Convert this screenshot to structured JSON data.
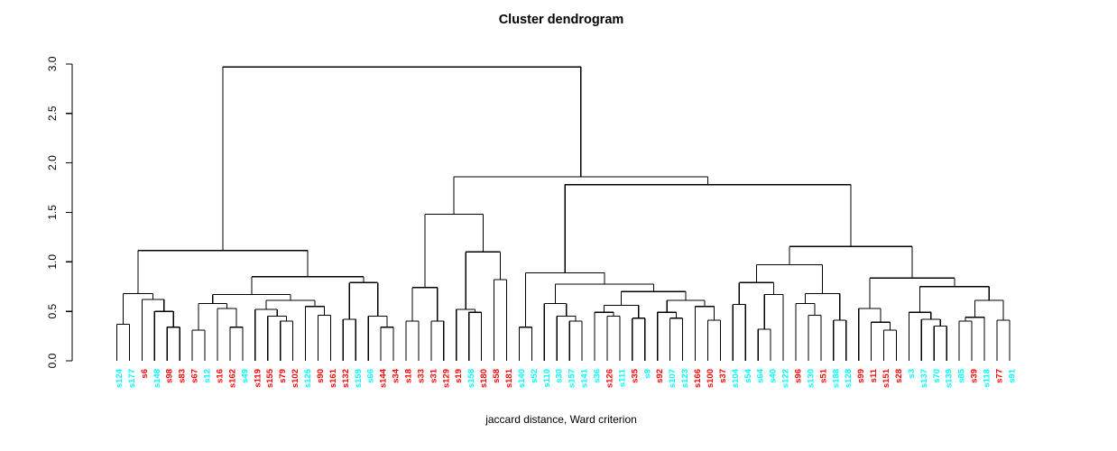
{
  "title": "Cluster dendrogram",
  "subtitle": "jaccard distance, Ward criterion",
  "chart_data": {
    "type": "dendrogram",
    "title": "Cluster dendrogram",
    "xlabel": "jaccard distance, Ward criterion",
    "ylabel": "",
    "ylim": [
      0.0,
      3.0
    ],
    "y_ticks": [
      "0.0",
      "0.5",
      "1.0",
      "1.5",
      "2.0",
      "2.5",
      "3.0"
    ],
    "grid": false,
    "legend": "none",
    "colors": {
      "cluster_red": "#FF0000",
      "cluster_cyan": "#00FFFF",
      "line": "#000000"
    },
    "root_height": 2.97,
    "leaves": [
      {
        "label": "s124",
        "color": "#00FFFF"
      },
      {
        "label": "s177",
        "color": "#00FFFF"
      },
      {
        "label": "s6",
        "color": "#FF0000"
      },
      {
        "label": "s148",
        "color": "#00FFFF"
      },
      {
        "label": "s98",
        "color": "#FF0000"
      },
      {
        "label": "s83",
        "color": "#FF0000"
      },
      {
        "label": "s67",
        "color": "#FF0000"
      },
      {
        "label": "s12",
        "color": "#00FFFF"
      },
      {
        "label": "s16",
        "color": "#FF0000"
      },
      {
        "label": "s162",
        "color": "#FF0000"
      },
      {
        "label": "s49",
        "color": "#00FFFF"
      },
      {
        "label": "s119",
        "color": "#FF0000"
      },
      {
        "label": "s155",
        "color": "#FF0000"
      },
      {
        "label": "s79",
        "color": "#FF0000"
      },
      {
        "label": "s102",
        "color": "#FF0000"
      },
      {
        "label": "s125",
        "color": "#00FFFF"
      },
      {
        "label": "s90",
        "color": "#FF0000"
      },
      {
        "label": "s161",
        "color": "#FF0000"
      },
      {
        "label": "s132",
        "color": "#FF0000"
      },
      {
        "label": "s159",
        "color": "#00FFFF"
      },
      {
        "label": "s66",
        "color": "#00FFFF"
      },
      {
        "label": "s144",
        "color": "#FF0000"
      },
      {
        "label": "s34",
        "color": "#FF0000"
      },
      {
        "label": "s18",
        "color": "#FF0000"
      },
      {
        "label": "s33",
        "color": "#FF0000"
      },
      {
        "label": "s31",
        "color": "#FF0000"
      },
      {
        "label": "s129",
        "color": "#FF0000"
      },
      {
        "label": "s19",
        "color": "#FF0000"
      },
      {
        "label": "s158",
        "color": "#00FFFF"
      },
      {
        "label": "s180",
        "color": "#FF0000"
      },
      {
        "label": "s58",
        "color": "#FF0000"
      },
      {
        "label": "s181",
        "color": "#FF0000"
      },
      {
        "label": "s140",
        "color": "#00FFFF"
      },
      {
        "label": "s52",
        "color": "#00FFFF"
      },
      {
        "label": "s110",
        "color": "#00FFFF"
      },
      {
        "label": "s30",
        "color": "#00FFFF"
      },
      {
        "label": "s157",
        "color": "#00FFFF"
      },
      {
        "label": "s141",
        "color": "#00FFFF"
      },
      {
        "label": "s36",
        "color": "#00FFFF"
      },
      {
        "label": "s126",
        "color": "#FF0000"
      },
      {
        "label": "s111",
        "color": "#00FFFF"
      },
      {
        "label": "s35",
        "color": "#FF0000"
      },
      {
        "label": "s9",
        "color": "#00FFFF"
      },
      {
        "label": "s92",
        "color": "#FF0000"
      },
      {
        "label": "s107",
        "color": "#00FFFF"
      },
      {
        "label": "s123",
        "color": "#00FFFF"
      },
      {
        "label": "s166",
        "color": "#FF0000"
      },
      {
        "label": "s100",
        "color": "#FF0000"
      },
      {
        "label": "s37",
        "color": "#FF0000"
      },
      {
        "label": "s104",
        "color": "#00FFFF"
      },
      {
        "label": "s54",
        "color": "#00FFFF"
      },
      {
        "label": "s64",
        "color": "#00FFFF"
      },
      {
        "label": "s40",
        "color": "#00FFFF"
      },
      {
        "label": "s122",
        "color": "#00FFFF"
      },
      {
        "label": "s96",
        "color": "#FF0000"
      },
      {
        "label": "s130",
        "color": "#00FFFF"
      },
      {
        "label": "s51",
        "color": "#FF0000"
      },
      {
        "label": "s188",
        "color": "#00FFFF"
      },
      {
        "label": "s128",
        "color": "#00FFFF"
      },
      {
        "label": "s99",
        "color": "#FF0000"
      },
      {
        "label": "s11",
        "color": "#FF0000"
      },
      {
        "label": "s151",
        "color": "#FF0000"
      },
      {
        "label": "s28",
        "color": "#FF0000"
      },
      {
        "label": "s3",
        "color": "#00FFFF"
      },
      {
        "label": "s137",
        "color": "#00FFFF"
      },
      {
        "label": "s70",
        "color": "#00FFFF"
      },
      {
        "label": "s139",
        "color": "#00FFFF"
      },
      {
        "label": "s85",
        "color": "#00FFFF"
      },
      {
        "label": "s39",
        "color": "#FF0000"
      },
      {
        "label": "s118",
        "color": "#00FFFF"
      },
      {
        "label": "s77",
        "color": "#FF0000"
      },
      {
        "label": "s91",
        "color": "#00FFFF"
      }
    ],
    "tree": [
      2.97,
      [
        1.115,
        [
          0.68,
          [
            0.37,
            "s124",
            "s177"
          ],
          [
            0.62,
            "s6",
            [
              0.5,
              "s148",
              [
                0.34,
                "s98",
                "s83"
              ]
            ]
          ]
        ],
        [
          0.85,
          [
            0.67,
            [
              0.58,
              [
                0.31,
                "s67",
                "s12"
              ],
              [
                0.53,
                "s16",
                [
                  0.34,
                  "s162",
                  "s49"
                ]
              ]
            ],
            [
              0.61,
              [
                0.52,
                "s119",
                [
                  0.45,
                  "s155",
                  [
                    0.4,
                    "s79",
                    "s102"
                  ]
                ]
              ],
              [
                0.55,
                "s125",
                [
                  0.46,
                  "s90",
                  "s161"
                ]
              ]
            ]
          ],
          [
            0.79,
            [
              0.42,
              "s132",
              "s159"
            ],
            [
              0.45,
              "s66",
              [
                0.34,
                "s144",
                "s34"
              ]
            ]
          ]
        ]
      ],
      [
        1.86,
        [
          1.48,
          [
            0.74,
            [
              0.4,
              "s18",
              "s33"
            ],
            [
              0.4,
              "s31",
              "s129"
            ]
          ],
          [
            1.1,
            [
              0.52,
              "s19",
              [
                0.49,
                "s158",
                "s180"
              ]
            ],
            [
              0.82,
              "s58",
              "s181"
            ]
          ]
        ],
        [
          1.78,
          [
            0.89,
            [
              0.34,
              "s140",
              "s52"
            ],
            [
              0.775,
              [
                0.58,
                "s110",
                [
                  0.45,
                  "s30",
                  [
                    0.4,
                    "s157",
                    "s141"
                  ]
                ]
              ],
              [
                0.7,
                [
                  0.56,
                  [
                    0.49,
                    "s36",
                    [
                      0.45,
                      "s126",
                      "s111"
                    ]
                  ],
                  [
                    0.43,
                    "s35",
                    "s9"
                  ]
                ],
                [
                  0.61,
                  [
                    0.49,
                    "s92",
                    [
                      0.43,
                      "s107",
                      "s123"
                    ]
                  ],
                  [
                    0.55,
                    "s166",
                    [
                      0.41,
                      "s100",
                      "s37"
                    ]
                  ]
                ]
              ]
            ]
          ],
          [
            1.155,
            [
              0.97,
              [
                0.79,
                [
                  0.57,
                  "s104",
                  "s54"
                ],
                [
                  0.67,
                  [
                    0.32,
                    "s64",
                    "s40"
                  ],
                  "s122"
                ]
              ],
              [
                0.68,
                [
                  0.58,
                  "s96",
                  [
                    0.46,
                    "s130",
                    "s51"
                  ]
                ],
                [
                  0.41,
                  "s188",
                  "s128"
                ]
              ]
            ],
            [
              0.836,
              [
                0.53,
                "s99",
                [
                  0.39,
                  "s11",
                  [
                    0.31,
                    "s151",
                    "s28"
                  ]
                ]
              ],
              [
                0.75,
                [
                  0.49,
                  "s3",
                  [
                    0.42,
                    "s137",
                    [
                      0.35,
                      "s70",
                      "s139"
                    ]
                  ]
                ],
                [
                  0.61,
                  [
                    0.44,
                    [
                      0.4,
                      "s85",
                      "s39"
                    ],
                    "s118"
                  ],
                  [
                    0.41,
                    "s77",
                    "s91"
                  ]
                ]
              ]
            ]
          ]
        ]
      ]
    ]
  }
}
